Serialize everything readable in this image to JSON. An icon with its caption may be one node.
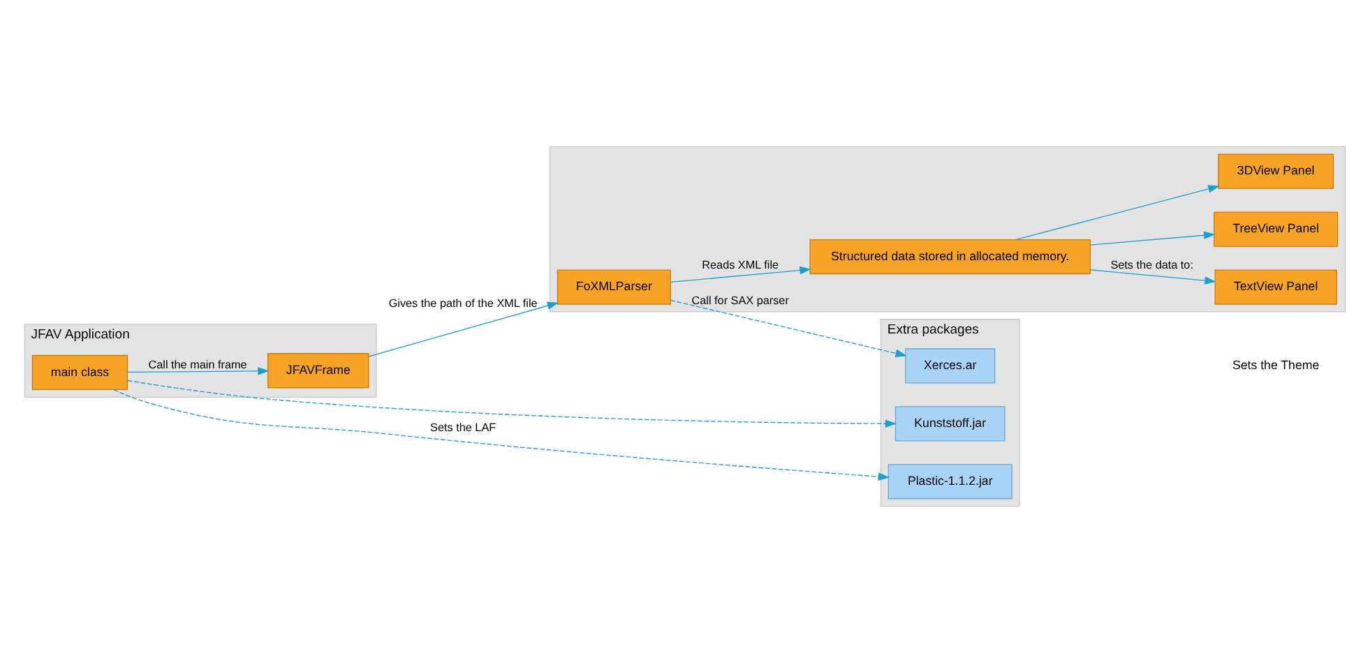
{
  "diagram": {
    "nodes": [
      {
        "text": [
          "JFAV Application"
        ]
      },
      {
        "text": [
          "main class"
        ],
        "in": 0
      },
      {
        "text": [
          "JFAVFrame"
        ],
        "in": 0
      },
      {
        "text": [
          "Extra packages"
        ]
      },
      {
        "text": [
          "Kunststoff.jar"
        ],
        "in": 3
      },
      {
        "text": [
          "Plastic-1.1.2.jar"
        ],
        "in": 3
      },
      {
        "text": [
          "Xerces.ar"
        ],
        "in": 3
      },
      {
        "text": [],
        "shape": "box"
      },
      {
        "text": [
          "FoXMLParser"
        ],
        "in": 7
      },
      {
        "text": [
          "Structured data stored in allocated memory."
        ],
        "in": 7
      },
      {
        "text": [
          "TextView Panel"
        ],
        "in": 7
      },
      {
        "text": [
          "TreeView Panel"
        ],
        "in": 7
      },
      {
        "text": [
          "3DView Panel"
        ],
        "in": 7
      }
    ],
    "edges": [
      {
        "from": 1,
        "to": 4,
        "arrow": "to",
        "style": "dashed"
      },
      {
        "from": 1,
        "to": 5,
        "arrow": "to",
        "style": "dashed",
        "label": "Sets the LAF"
      },
      {
        "from": 1,
        "to": 2,
        "arrow": "to",
        "label": "Call the main frame"
      },
      {
        "from": 2,
        "to": 8,
        "arrow": "to",
        "label": "Gives the path of the XML file"
      },
      {
        "from": 8,
        "to": 6,
        "arrow": "to",
        "style": "dashed",
        "label": "Call for SAX parser"
      },
      {
        "from": 8,
        "to": 9,
        "arrow": "to",
        "label": "Reads XML file"
      },
      {
        "from": 9,
        "to": 10,
        "arrow": "to",
        "label": "Sets the data to:"
      },
      {
        "from": 9,
        "to": 11,
        "arrow": "to"
      },
      {
        "from": 9,
        "to": 12,
        "arrow": "to"
      }
    ],
    "labels": [
      "Sets the Theme"
    ]
  }
}
